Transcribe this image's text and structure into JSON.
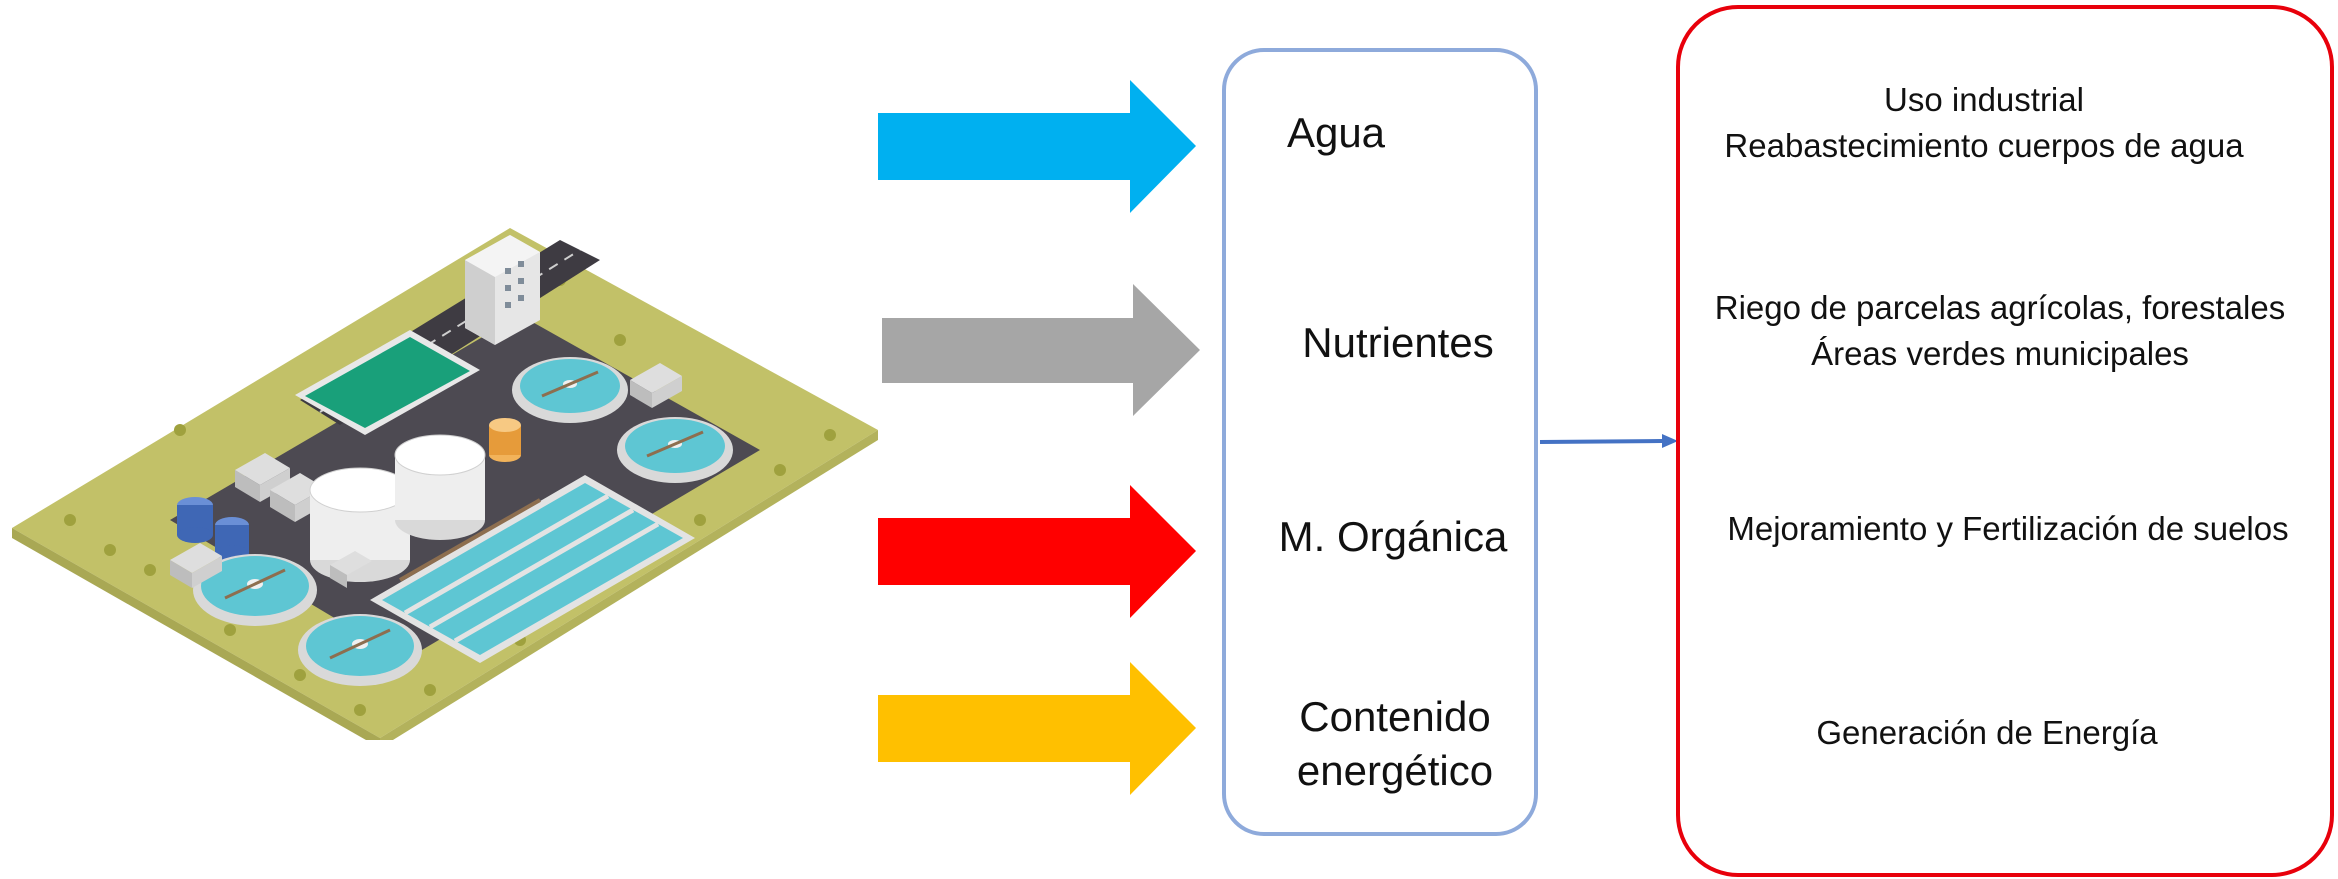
{
  "resources": [
    {
      "label": "Agua",
      "arrow_color": "#00b0f0"
    },
    {
      "label": "Nutrientes",
      "arrow_color": "#a6a6a6"
    },
    {
      "label": "M. Orgánica",
      "arrow_color": "#ff0000"
    },
    {
      "label": "Contenido energético",
      "arrow_color": "#ffc000"
    }
  ],
  "uses": [
    {
      "line1": "Uso industrial",
      "line2": "Reabastecimiento cuerpos de agua"
    },
    {
      "line1": "Riego de parcelas agrícolas, forestales",
      "line2": "Áreas verdes municipales"
    },
    {
      "line1": "Mejoramiento y Fertilización de suelos"
    },
    {
      "line1": "Generación de Energía"
    }
  ],
  "colors": {
    "resource_box_border": "#8eaadb",
    "use_box_border": "#e8000b",
    "connector": "#4472c4",
    "grass": "#c2c168",
    "ground": "#4d4a52",
    "water": "#5ec6d3"
  },
  "illustration": "wastewater-treatment-plant"
}
